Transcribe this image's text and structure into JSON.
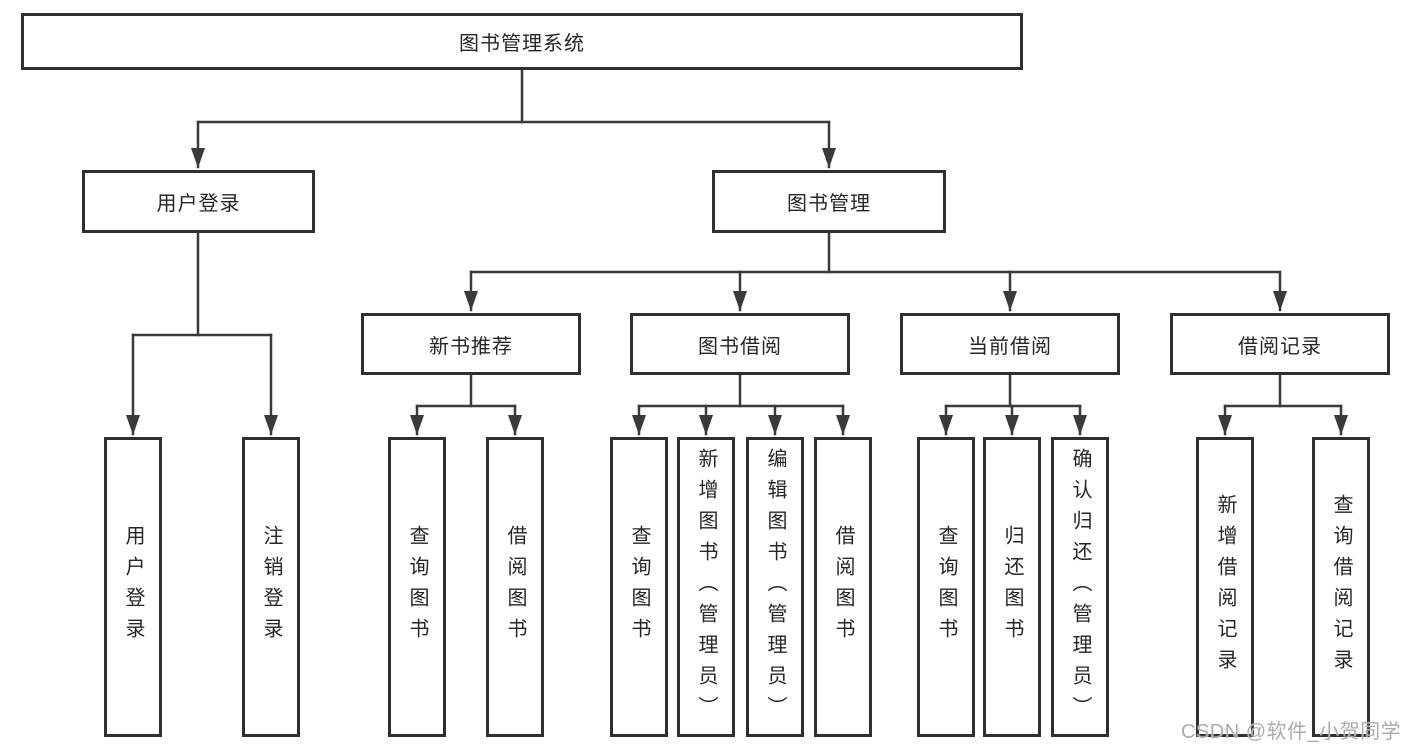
{
  "diagram": {
    "root": {
      "label": "图书管理系统"
    },
    "branches": {
      "user_login": {
        "label": "用户登录",
        "children": [
          "用户登录",
          "注销登录"
        ]
      },
      "book_management": {
        "label": "图书管理",
        "sections": [
          {
            "label": "新书推荐",
            "children": [
              "查询图书",
              "借阅图书"
            ]
          },
          {
            "label": "图书借阅",
            "children": [
              "查询图书",
              "新增图书（管理员）",
              "编辑图书（管理员）",
              "借阅图书"
            ]
          },
          {
            "label": "当前借阅",
            "children": [
              "查询图书",
              "归还图书",
              "确认归还（管理员）"
            ]
          },
          {
            "label": "借阅记录",
            "children": [
              "新增借阅记录",
              "查询借阅记录"
            ]
          }
        ]
      }
    }
  },
  "watermark": {
    "text": "CSDN @软件_小贺同学"
  },
  "colors": {
    "line": "#3a3a3a",
    "box_border": "#2f2f2f",
    "text": "#262626",
    "watermark": "#acacac",
    "background": "#ffffff"
  }
}
